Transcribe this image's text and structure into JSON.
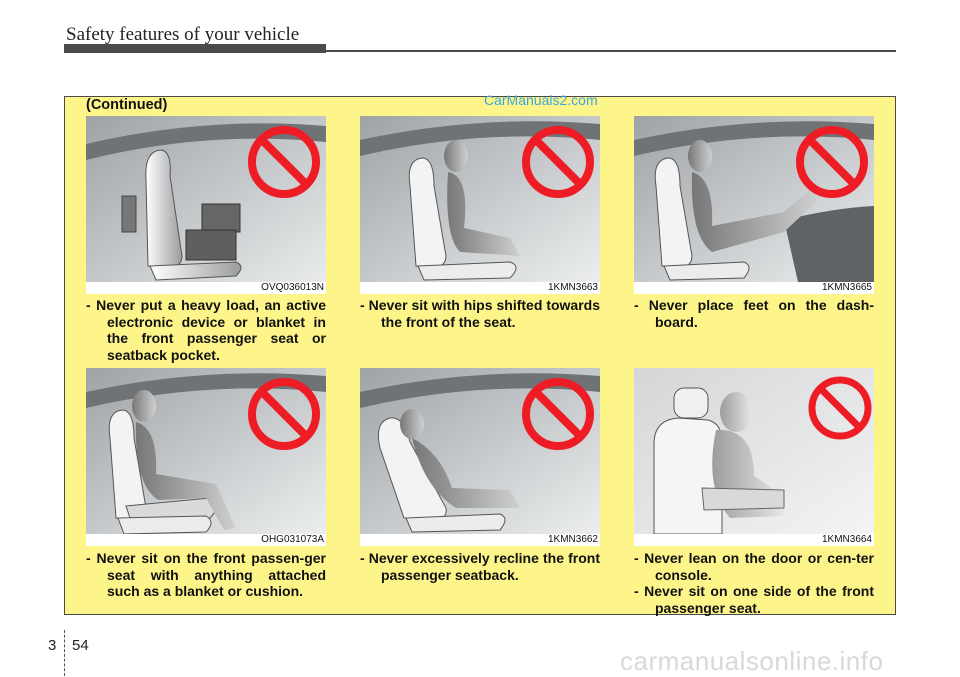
{
  "header": {
    "title": "Safety features of your vehicle"
  },
  "panel": {
    "continued": "(Continued)",
    "watermark": "CarManuals2.com",
    "illustrations": [
      {
        "code": "OVQ036013N",
        "caption": [
          "- Never put a heavy load, an active electronic device or blanket in the front passenger seat or seatback pocket."
        ]
      },
      {
        "code": "1KMN3663",
        "caption": [
          "- Never sit with hips shifted towards the front of the seat."
        ]
      },
      {
        "code": "1KMN3665",
        "caption": [
          "- Never place feet on the dash-board."
        ]
      },
      {
        "code": "OHG031073A",
        "caption": [
          "- Never sit on the front passen-ger seat with anything attached such as a blanket or cushion."
        ]
      },
      {
        "code": "1KMN3662",
        "caption": [
          "- Never excessively recline the front passenger seatback."
        ]
      },
      {
        "code": "1KMN3664",
        "caption": [
          "- Never lean on the door or cen-ter console.",
          "- Never sit on one side of the front passenger seat."
        ]
      }
    ]
  },
  "footer": {
    "chapter": "3",
    "page": "54",
    "watermark": "carmanualsonline.info"
  },
  "colors": {
    "panel": "#fdf58a",
    "prohibition": "#ee1c24",
    "watermark": "#3ca6e0"
  }
}
